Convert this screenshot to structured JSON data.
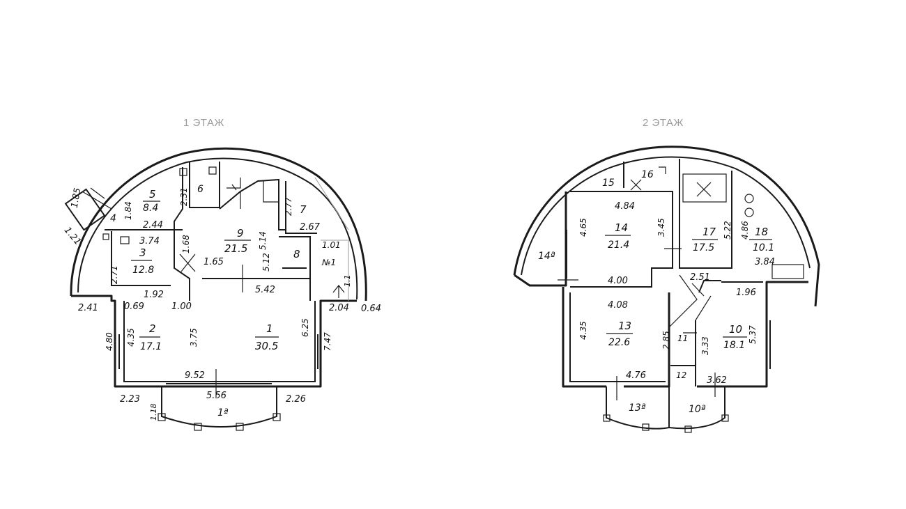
{
  "floor1": {
    "title": "1 ЭТАЖ",
    "labels": [
      {
        "id": "r5",
        "t": "5"
      },
      {
        "id": "a5",
        "t": "8.4"
      },
      {
        "id": "r6",
        "t": "6"
      },
      {
        "id": "r7",
        "t": "7"
      },
      {
        "id": "r9",
        "t": "9"
      },
      {
        "id": "a9",
        "t": "21.5"
      },
      {
        "id": "r8",
        "t": "8"
      },
      {
        "id": "r3",
        "t": "3"
      },
      {
        "id": "a3",
        "t": "12.8"
      },
      {
        "id": "r4",
        "t": "4"
      },
      {
        "id": "r2",
        "t": "2"
      },
      {
        "id": "a2",
        "t": "17.1"
      },
      {
        "id": "r1",
        "t": "1"
      },
      {
        "id": "a1",
        "t": "30.5"
      },
      {
        "id": "r1a",
        "t": "1ª"
      },
      {
        "id": "d185",
        "t": "1.85"
      },
      {
        "id": "d121",
        "t": "1.21"
      },
      {
        "id": "d184",
        "t": "1.84"
      },
      {
        "id": "d244",
        "t": "2.44"
      },
      {
        "id": "d231",
        "t": "2.31"
      },
      {
        "id": "d277",
        "t": "2.77"
      },
      {
        "id": "d267",
        "t": "2.67"
      },
      {
        "id": "d374",
        "t": "3.74"
      },
      {
        "id": "d168",
        "t": "1.68"
      },
      {
        "id": "d514",
        "t": "5.14"
      },
      {
        "id": "d512",
        "t": "5.12"
      },
      {
        "id": "d165",
        "t": "1.65"
      },
      {
        "id": "d101",
        "t": "1.01"
      },
      {
        "id": "dN",
        "t": "№1"
      },
      {
        "id": "d11",
        "t": "1.1"
      },
      {
        "id": "d271",
        "t": "2.71"
      },
      {
        "id": "d192",
        "t": "1.92"
      },
      {
        "id": "d542",
        "t": "5.42"
      },
      {
        "id": "d241",
        "t": "2.41"
      },
      {
        "id": "d069",
        "t": "0.69"
      },
      {
        "id": "d100",
        "t": "1.00"
      },
      {
        "id": "d204",
        "t": "2.04"
      },
      {
        "id": "d064",
        "t": "0.64"
      },
      {
        "id": "d435",
        "t": "4.35"
      },
      {
        "id": "d375",
        "t": "3.75"
      },
      {
        "id": "d625",
        "t": "6.25"
      },
      {
        "id": "d480",
        "t": "4.80"
      },
      {
        "id": "d747",
        "t": "7.47"
      },
      {
        "id": "d952",
        "t": "9.52"
      },
      {
        "id": "d556",
        "t": "5.56"
      },
      {
        "id": "d223",
        "t": "2.23"
      },
      {
        "id": "d226",
        "t": "2.26"
      },
      {
        "id": "d118",
        "t": "1.18"
      }
    ]
  },
  "floor2": {
    "title": "2 ЭТАЖ",
    "labels": [
      {
        "id": "r15",
        "t": "15"
      },
      {
        "id": "r16",
        "t": "16"
      },
      {
        "id": "d484",
        "t": "4.84"
      },
      {
        "id": "d465",
        "t": "4.65"
      },
      {
        "id": "r14",
        "t": "14"
      },
      {
        "id": "a14",
        "t": "21.4"
      },
      {
        "id": "d345",
        "t": "3.45"
      },
      {
        "id": "r17",
        "t": "17"
      },
      {
        "id": "a17",
        "t": "17.5"
      },
      {
        "id": "d522",
        "t": "5.22"
      },
      {
        "id": "d486",
        "t": "4.86"
      },
      {
        "id": "r18",
        "t": "18"
      },
      {
        "id": "a18",
        "t": "10.1"
      },
      {
        "id": "r14a",
        "t": "14ª"
      },
      {
        "id": "d400",
        "t": "4.00"
      },
      {
        "id": "d251",
        "t": "2.51"
      },
      {
        "id": "d196",
        "t": "1.96"
      },
      {
        "id": "d384",
        "t": "3.84"
      },
      {
        "id": "d408",
        "t": "4.08"
      },
      {
        "id": "d435b",
        "t": "4.35"
      },
      {
        "id": "r13",
        "t": "13"
      },
      {
        "id": "a13",
        "t": "22.6"
      },
      {
        "id": "r11",
        "t": "11"
      },
      {
        "id": "d333",
        "t": "3.33"
      },
      {
        "id": "r10",
        "t": "10"
      },
      {
        "id": "a10",
        "t": "18.1"
      },
      {
        "id": "d537",
        "t": "5.37"
      },
      {
        "id": "d285",
        "t": "2.85"
      },
      {
        "id": "d476",
        "t": "4.76"
      },
      {
        "id": "r12",
        "t": "12"
      },
      {
        "id": "d362",
        "t": "3.62"
      },
      {
        "id": "r13a",
        "t": "13ª"
      },
      {
        "id": "r10a",
        "t": "10ª"
      }
    ]
  }
}
